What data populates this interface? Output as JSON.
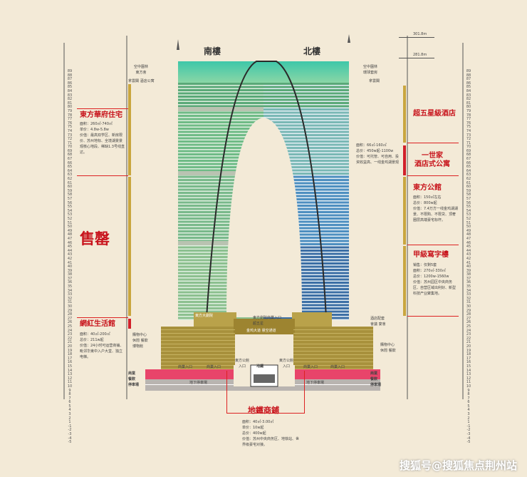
{
  "tower": {
    "south_label": "南樓",
    "north_label": "北樓"
  },
  "elevations": {
    "top": "301.8m",
    "second": "281.8m"
  },
  "left": {
    "garden": "空中園林\n東方會",
    "hotel_apartment": "拿雲閣 酒店公寓",
    "residence_title": "東方華府住宅",
    "residence_text": "面积：260㎡-740㎡\n单价：4.8w-5.8w\n价值：最高双学区、新房限价、苏州地标、全境湖景景观核心地段、稀缺1.3号线直达。",
    "sale_mark": "售罄",
    "life_title": "網紅生活館",
    "life_text": "面积：40㎡-200㎡\n总价：211w起\n价值：24小时可运营商铺、毗邻华東中入户大堂、独立电梯。",
    "mall": "購物中心\n休閒 餐飲\n博物館",
    "parking": "商業\n餐飲\n停車場"
  },
  "right": {
    "garden": "空中園林\n環球套房",
    "hall": "拿雲閣",
    "hotel_title": "超五星級酒店",
    "suite_title": "一世家\n酒店式公寓",
    "suite_text": "面积：66㎡-160㎡\n总价：450w起-1100w\n价值：可托管、可自用、投资收益高、一线金鸡湖景观",
    "apartment_title": "東方公館",
    "apartment_text": "面积：150㎡左右\n总价：800w起\n价值：7.4万方一线金鸡湖湖景、不限购、不限贷、顶奢圈层高端豪宅标杆。",
    "office_title": "甲級寫字樓",
    "office_text": "销售：仅剩5套\n面积：270㎡-330㎡\n总价：1200w-1560w\n价值：苏州园区中央商务区、自营区域出利好、新型科技产业聚集地。",
    "hotel_banquet": "酒店配套\n會議 宴會",
    "mall": "購物中心\n休閒 餐飲",
    "parking": "商業\n餐飲\n停車場"
  },
  "center": {
    "hall_label": "東方大劇院",
    "sky_bridge": "金鸡大道 悬空通道",
    "metro": "地鐵",
    "south_entry": "東方公館\n入口",
    "north_entry": "東方公館\n入口",
    "basement1": "地下停車場",
    "basement2": "地下停車場",
    "entry_a": "商業入口",
    "entry_b": "商業入口",
    "entry_c": "商業入口",
    "entry_d": "商業入口",
    "small_a": "東方劇院",
    "small_b": "超五星",
    "small_c": "商業入口"
  },
  "underground": {
    "title": "地鐵商鋪",
    "text": "面积：40㎡-3.00㎡\n单价：10w起\n总价：400w起\n价值：苏州中央商务区、地铁站、世界级豪宅对接。"
  },
  "floors_left": [
    "89",
    "88",
    "87",
    "86",
    "85",
    "84",
    "83",
    "82",
    "81",
    "80",
    "79",
    "78",
    "77",
    "76",
    "75",
    "74",
    "73",
    "72",
    "71",
    "70",
    "69",
    "68",
    "67",
    "66",
    "65",
    "64",
    "63",
    "62",
    "61",
    "60",
    "59",
    "58",
    "57",
    "56",
    "55",
    "54",
    "53",
    "52",
    "51",
    "50",
    "49",
    "48",
    "47",
    "46",
    "45",
    "44",
    "43",
    "42",
    "41",
    "40",
    "39",
    "38",
    "37",
    "36",
    "35",
    "34",
    "33",
    "32",
    "31",
    "30",
    "29",
    "28",
    "27",
    "26",
    "25",
    "24",
    "23",
    "22",
    "21",
    "20",
    "19",
    "18",
    "17",
    "16",
    "15",
    "14",
    "13",
    "12",
    "11",
    "10",
    "9",
    "8",
    "7",
    "6",
    "5",
    "4",
    "3",
    "2",
    "1",
    "-1",
    "-2",
    "-3",
    "-4",
    "-5"
  ],
  "watermark": "搜狐号@搜狐焦点荆州站"
}
